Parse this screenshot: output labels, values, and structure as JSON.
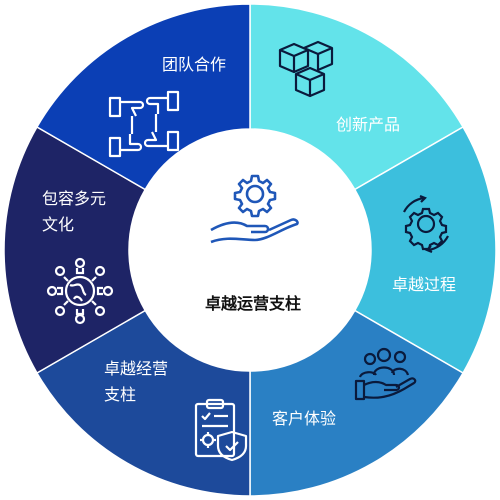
{
  "center": {
    "title": "卓越运营支柱",
    "icon": "gear-in-hand-icon"
  },
  "segments": [
    {
      "id": "innovative-products",
      "label_lines": [
        "创新产品"
      ],
      "color": "#63e3ea",
      "icon": "boxes-icon"
    },
    {
      "id": "excellent-process",
      "label_lines": [
        "卓越过程"
      ],
      "color": "#3cbfdd",
      "icon": "gear-cycle-icon"
    },
    {
      "id": "customer-experience",
      "label_lines": [
        "客户体验"
      ],
      "color": "#2a80c4",
      "icon": "customer-hand-icon"
    },
    {
      "id": "excellent-operations-pillar",
      "label_lines": [
        "卓越经营",
        "支柱"
      ],
      "color": "#1d4a9b",
      "icon": "checklist-shield-icon"
    },
    {
      "id": "inclusive-culture",
      "label_lines": [
        "包容多元",
        "文化"
      ],
      "color": "#1e2466",
      "icon": "globe-people-icon"
    },
    {
      "id": "teamwork",
      "label_lines": [
        "团队合作"
      ],
      "color": "#0b3fb5",
      "icon": "handshake-icon"
    }
  ],
  "colors": {
    "icon_light": "#ffffff",
    "icon_dark": "#0a1a3c",
    "center_icon": "#1f57b8"
  }
}
